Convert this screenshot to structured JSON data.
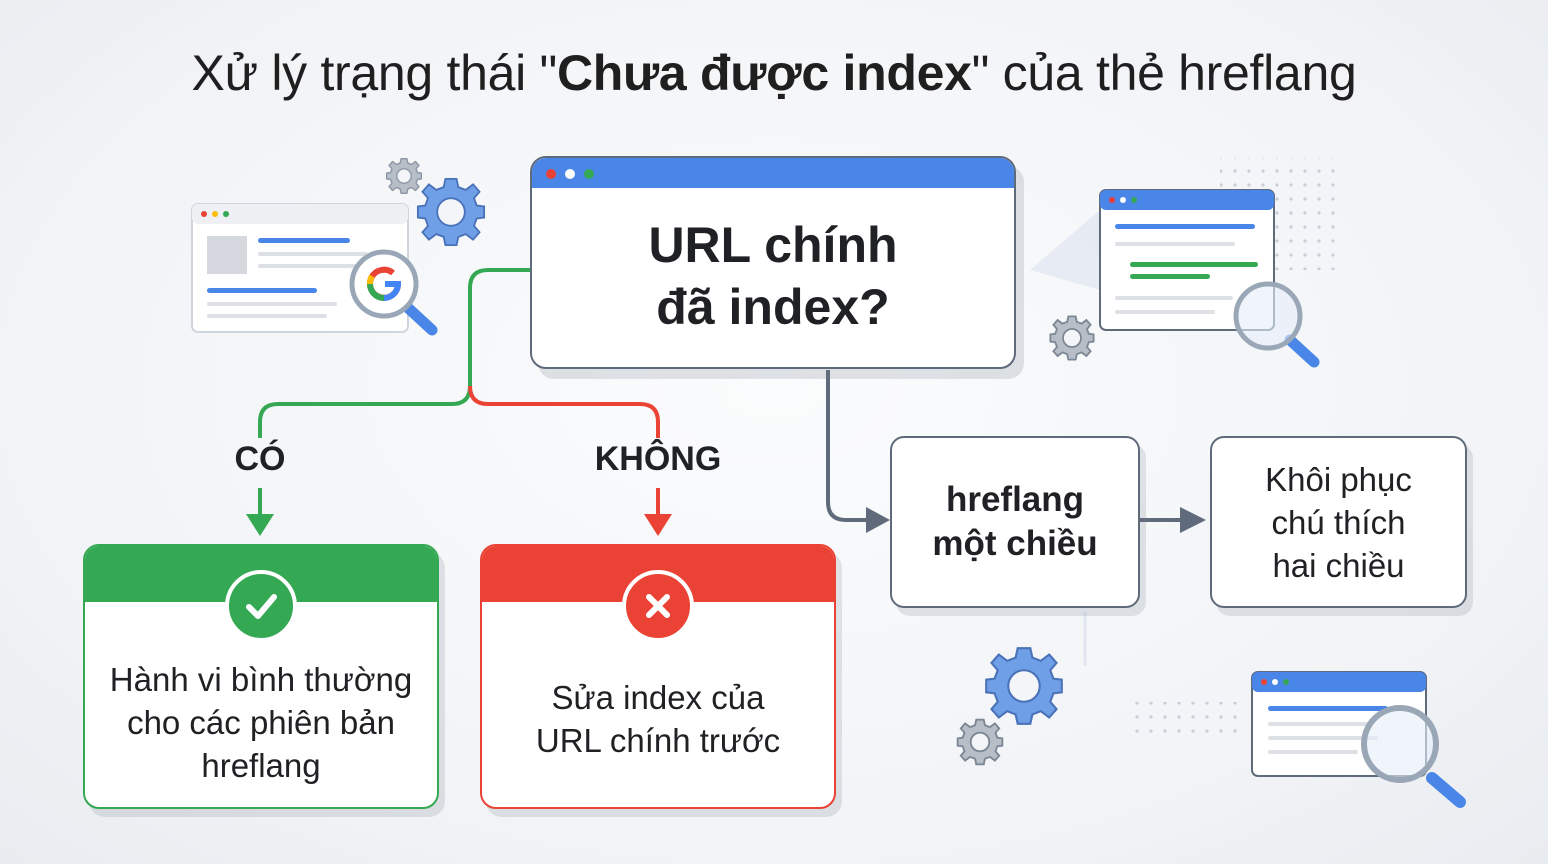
{
  "title": {
    "prefix": "Xử lý trạng thái \"",
    "emphasis": "Chưa được index",
    "suffix": "\" của thẻ hreflang"
  },
  "decision": {
    "question_line1": "URL chính",
    "question_line2": "đã index?"
  },
  "branches": {
    "yes_label": "CÓ",
    "no_label": "KHÔNG"
  },
  "results": {
    "yes_text_line1": "Hành vi bình thường",
    "yes_text_line2": "cho các phiên bản",
    "yes_text_line3": "hreflang",
    "no_text_line1": "Sửa index của",
    "no_text_line2": "URL chính trước"
  },
  "steps": {
    "one_way_line1": "hreflang",
    "one_way_line2": "một chiều",
    "restore_line1": "Khôi phục",
    "restore_line2": "chú thích",
    "restore_line3": "hai chiều"
  },
  "icons": {
    "success": "check-icon",
    "failure": "x-icon",
    "search": "magnifier-icon",
    "settings": "gear-icon",
    "brand": "google-g-icon"
  },
  "colors": {
    "accent_blue": "#4a86e8",
    "yes_green": "#34a853",
    "no_red": "#ea4335",
    "neutral_line": "#5f6b7a"
  }
}
